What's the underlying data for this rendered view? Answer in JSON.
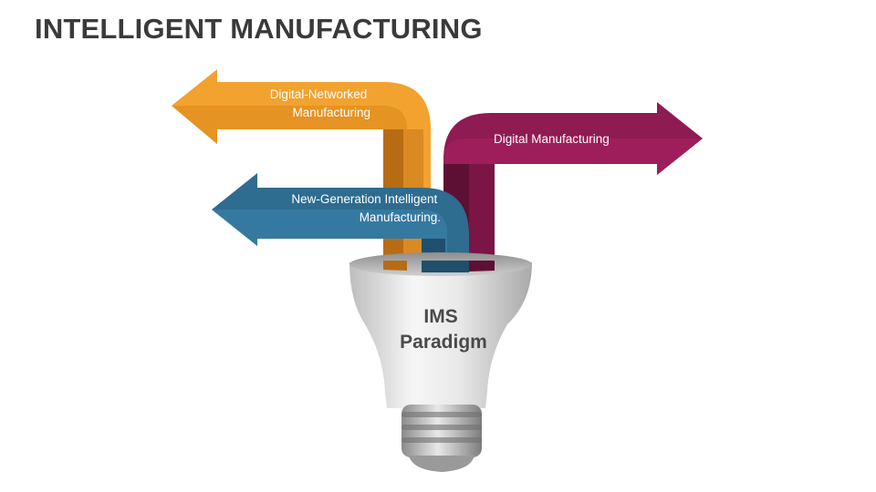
{
  "slide": {
    "title": "INTELLIGENT MANUFACTURING"
  },
  "diagram": {
    "arrows": [
      {
        "label_lines": [
          "Digital-Networked",
          "Manufacturing"
        ],
        "direction": "left",
        "color": "#f0a030"
      },
      {
        "label_lines": [
          "New-Generation Intelligent",
          "Manufacturing."
        ],
        "direction": "left",
        "color": "#2f6e93"
      },
      {
        "label_lines": [
          "Digital Manufacturing"
        ],
        "direction": "right",
        "color": "#8e1b52"
      }
    ],
    "bulb": {
      "label_lines": [
        "IMS",
        "Paradigm"
      ]
    }
  }
}
